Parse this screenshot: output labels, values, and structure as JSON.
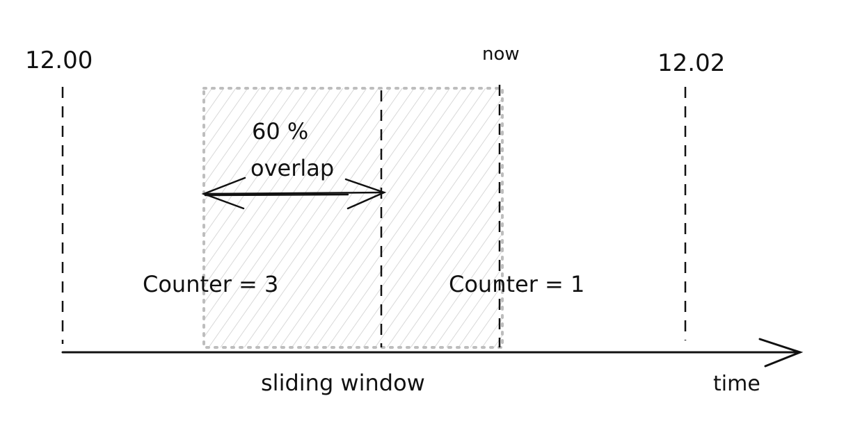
{
  "labels": {
    "start_time": "12.00",
    "now": "now",
    "end_time": "12.02",
    "overlap_percent": "60 %",
    "overlap": "overlap",
    "counter_previous": "Counter = 3",
    "counter_current": "Counter = 1",
    "sliding_window": "sliding window",
    "time_axis": "time"
  },
  "colors": {
    "stroke": "#111111",
    "window_hatch": "#c8c8c8",
    "window_border": "#bdbdbd"
  }
}
